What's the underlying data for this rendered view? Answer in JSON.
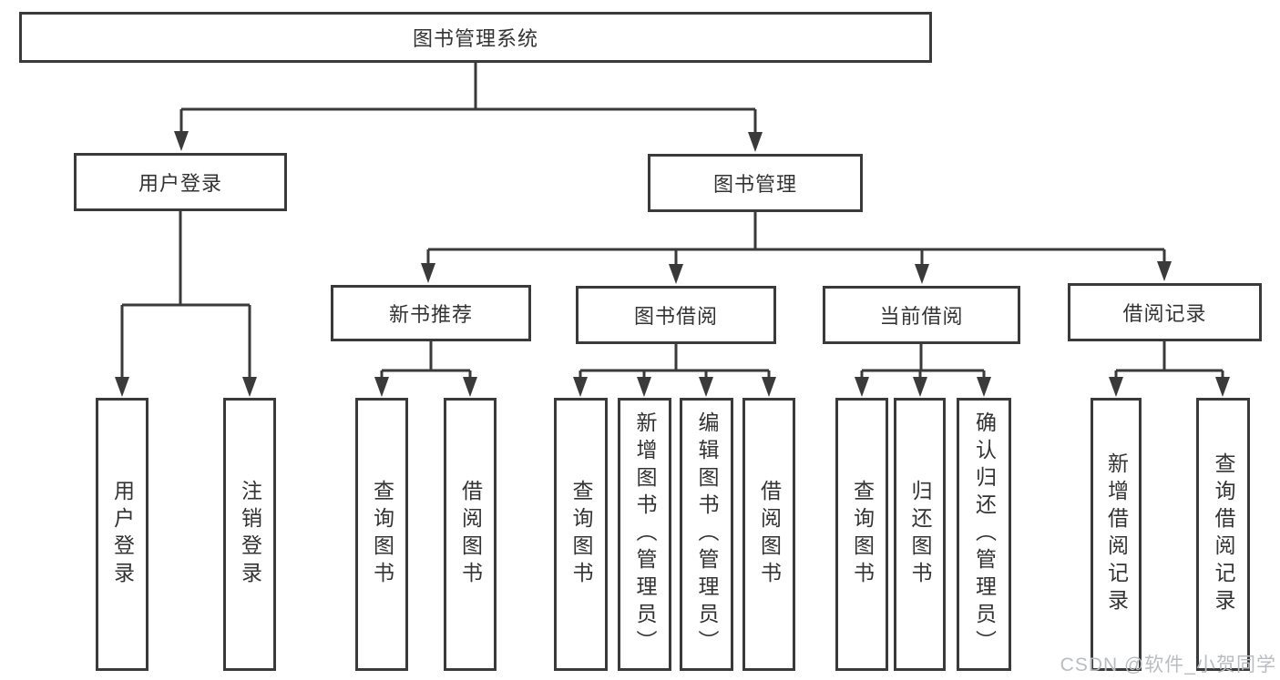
{
  "diagram": {
    "root": {
      "label": "图书管理系统"
    },
    "level2": [
      {
        "label": "用户登录"
      },
      {
        "label": "图书管理"
      }
    ],
    "level3": [
      {
        "label": "新书推荐"
      },
      {
        "label": "图书借阅"
      },
      {
        "label": "当前借阅"
      },
      {
        "label": "借阅记录"
      }
    ],
    "leaves": [
      {
        "label": "用户登录"
      },
      {
        "label": "注销登录"
      },
      {
        "label": "查询图书"
      },
      {
        "label": "借阅图书"
      },
      {
        "label": "查询图书"
      },
      {
        "label": "新增图书（管理员）"
      },
      {
        "label": "编辑图书（管理员）"
      },
      {
        "label": "借阅图书"
      },
      {
        "label": "查询图书"
      },
      {
        "label": "归还图书"
      },
      {
        "label": "确认归还（管理员）"
      },
      {
        "label": "新增借阅记录"
      },
      {
        "label": "查询借阅记录"
      }
    ]
  },
  "watermark": {
    "text": "CSDN @软件_小贺同学"
  },
  "colors": {
    "line": "#3a3a3a",
    "text": "#333333",
    "watermark": "#b9bcc0",
    "background": "#ffffff"
  }
}
